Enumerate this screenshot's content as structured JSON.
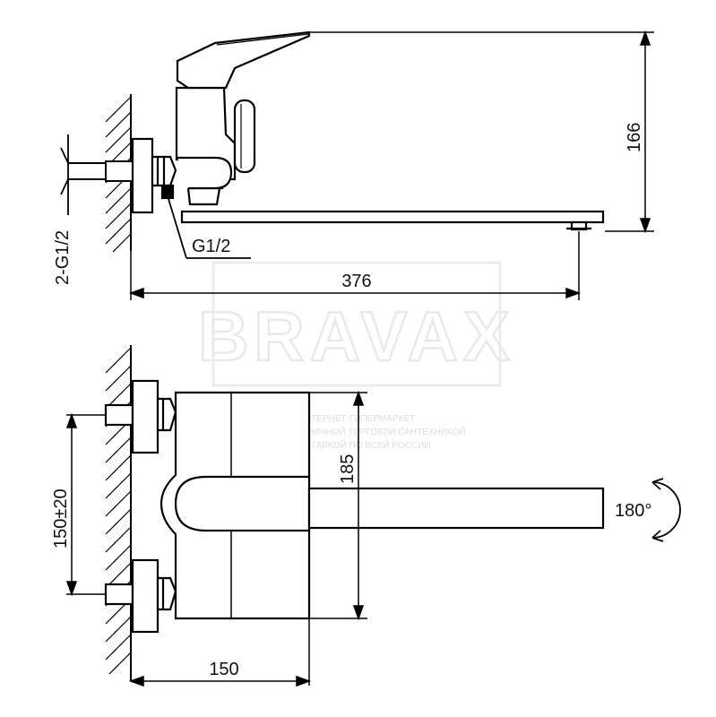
{
  "watermark": {
    "brand": "BRAVAX",
    "line1": "ИНТЕРНЕТ-ГИПЕРМАРКЕТ",
    "line2": "ОПТОВО-РОЗНИЧНОЙ ТОРГОВЛИ САНТЕХНИКОЙ",
    "line3": "С ДОСТАВКОЙ ПО ВСЕЙ РОССИИ"
  },
  "side_view": {
    "dim_height": "166",
    "dim_length": "376",
    "dim_inlets": "2-G1/2",
    "dim_outlet_thread": "G1/2"
  },
  "top_view": {
    "dim_centers": "150±20",
    "dim_body": "185",
    "dim_depth": "150",
    "rotation": "180°"
  }
}
